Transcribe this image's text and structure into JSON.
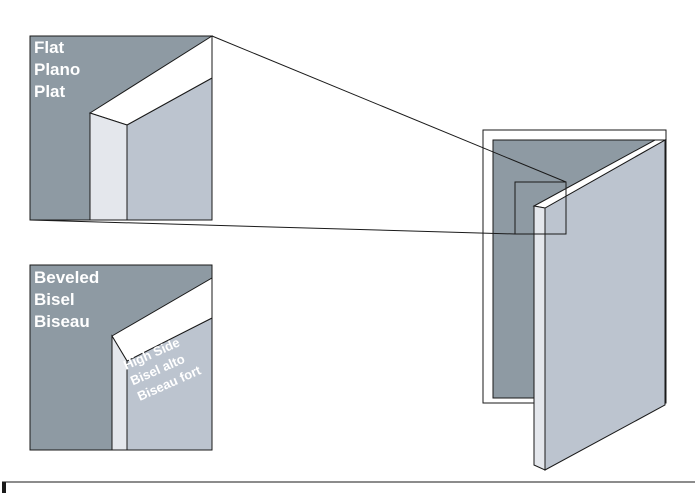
{
  "flat_panel": {
    "labels": [
      "Flat",
      "Plano",
      "Plat"
    ]
  },
  "beveled_panel": {
    "labels": [
      "Beveled",
      "Bisel",
      "Biseau"
    ],
    "high_side_labels": [
      "High Side",
      "Bisel alto",
      "Biseau fort"
    ]
  },
  "colors": {
    "dark_gray": "#8e9aa3",
    "light_gray": "#bcc4cf",
    "edge_white": "#e4e7ec",
    "outline": "#1a1a1a",
    "background": "#ffffff"
  }
}
